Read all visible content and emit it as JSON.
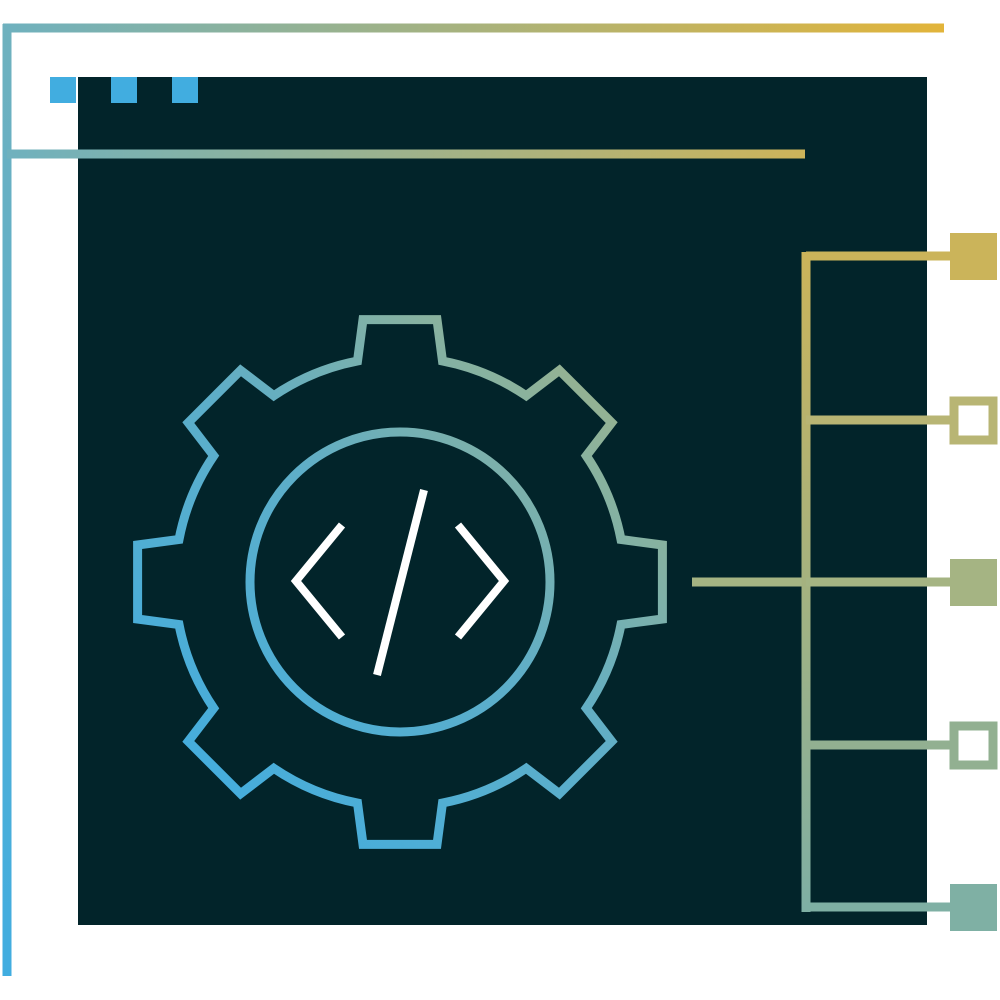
{
  "illustration": {
    "subject": "gear-code-icon",
    "colors": {
      "background": "#ffffff",
      "panel": "#02242a",
      "blue": "#41ade0",
      "teal": "#7fb0a4",
      "sage": "#a5b483",
      "gold": "#e0b43a",
      "code_symbol": "#ffffff"
    },
    "window_dots": 3,
    "branch_nodes": [
      {
        "style": "filled",
        "color": "#cbb45a"
      },
      {
        "style": "hollow",
        "color": "#b8b574"
      },
      {
        "style": "filled",
        "color": "#a5b483"
      },
      {
        "style": "hollow",
        "color": "#92b091"
      },
      {
        "style": "filled",
        "color": "#7fb0a4"
      }
    ]
  }
}
